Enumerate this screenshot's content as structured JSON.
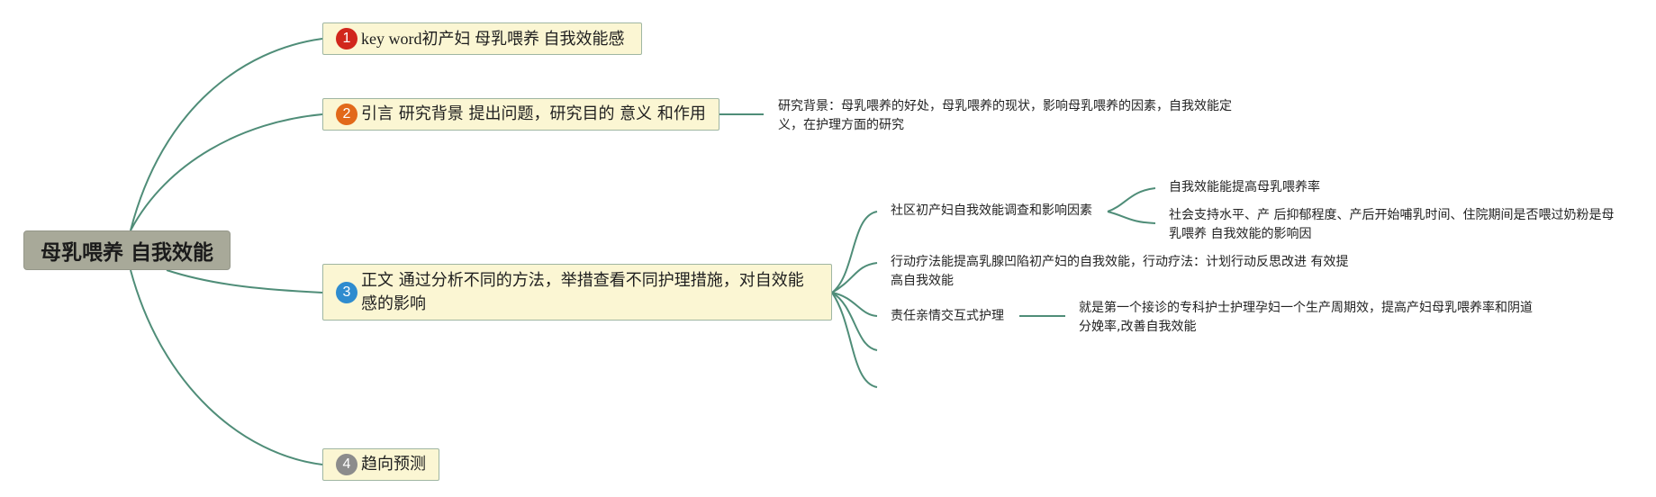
{
  "root": {
    "label": "母乳喂养 自我效能"
  },
  "branches": [
    {
      "badge": "1",
      "badge_color": "#d1261c",
      "label": "key word初产妇 母乳喂养 自我效能感"
    },
    {
      "badge": "2",
      "badge_color": "#e2691a",
      "label": "引言 研究背景 提出问题，研究目的 意义 和作用",
      "detail": "研究背景：母乳喂养的好处，母乳喂养的现状，影响母乳喂养的因素，自我效能定义，在护理方面的研究"
    },
    {
      "badge": "3",
      "badge_color": "#2f8ccf",
      "label": "正文 通过分析不同的方法，举措查看不同护理措施，对自效能感的影响",
      "children": [
        {
          "label": "社区初产妇自我效能调查和影响因素",
          "children": [
            {
              "label": "自我效能能提高母乳喂养率"
            },
            {
              "label": "社会支持水平、产 后抑郁程度、产后开始哺乳时间、住院期间是否喂过奶粉是母乳喂养 自我效能的影响因"
            }
          ]
        },
        {
          "label": "行动疗法能提高乳腺凹陷初产妇的自我效能，行动疗法：计划行动反思改进 有效提高自我效能"
        },
        {
          "label": "责任亲情交互式护理",
          "detail": "就是第一个接诊的专科护士护理孕妇一个生产周期效，提高产妇母乳喂养率和阴道分娩率,改善自我效能"
        }
      ]
    },
    {
      "badge": "4",
      "badge_color": "#8c8c8c",
      "label": "趋向预测"
    }
  ],
  "colors": {
    "connector": "#4f8d78",
    "root_fill": "#a8a999",
    "topic_fill": "#fbf6d3",
    "topic_border": "#9fb6a2"
  }
}
